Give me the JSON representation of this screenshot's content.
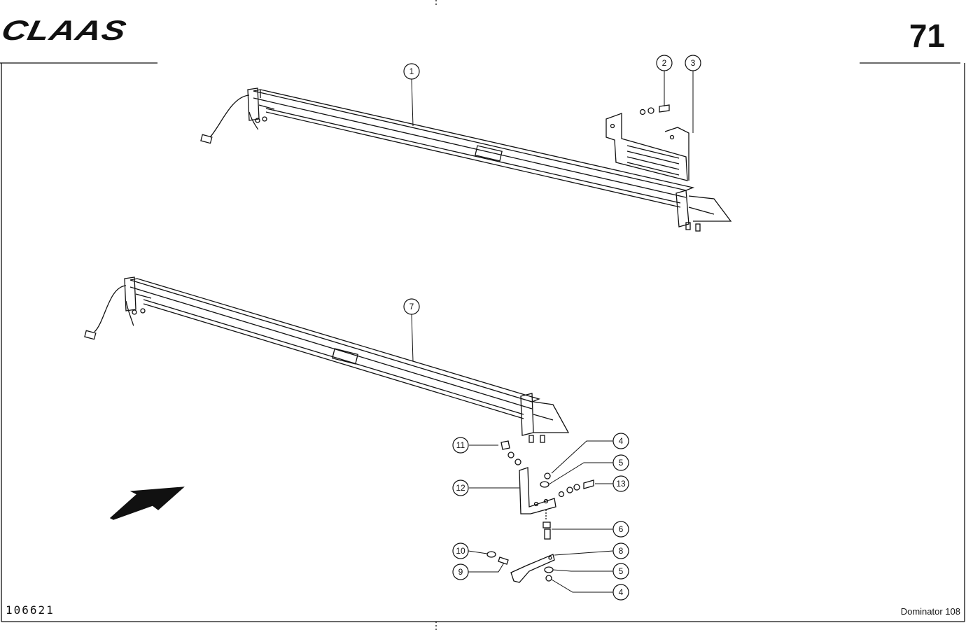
{
  "header": {
    "brand": "CLAAS",
    "page_number": "71"
  },
  "footer": {
    "doc_id": "106621",
    "model": "Dominator 108"
  },
  "callouts": {
    "c1": "1",
    "c2": "2",
    "c3": "3",
    "c4a": "4",
    "c4b": "4",
    "c5a": "5",
    "c5b": "5",
    "c6": "6",
    "c7": "7",
    "c8": "8",
    "c9": "9",
    "c10": "10",
    "c11": "11",
    "c12": "12",
    "c13": "13"
  },
  "colors": {
    "ink": "#111111",
    "paper": "#ffffff"
  }
}
